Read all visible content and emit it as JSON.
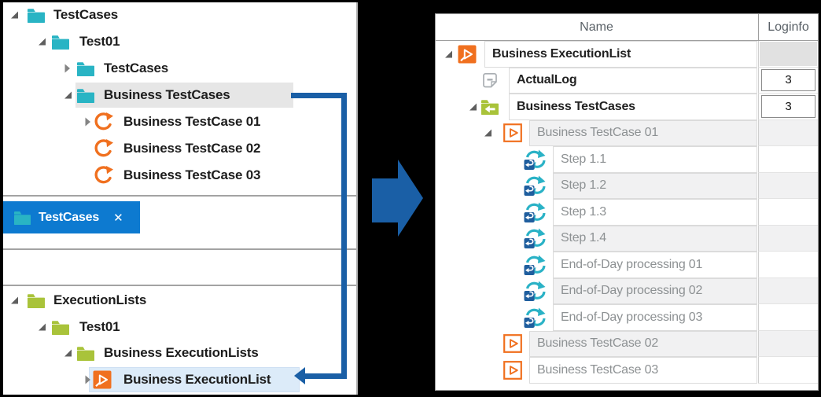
{
  "colors": {
    "teal_folder": "#29b4c4",
    "green_folder": "#a9c33a",
    "orange": "#f0701f",
    "step_teal": "#2ab2c6",
    "step_blue": "#1f5e9e",
    "flow_blue": "#1a5fa6",
    "tab_blue": "#0d7ad0",
    "selection_gray": "#e6e6e6",
    "selection_blue": "#dcebf9"
  },
  "left_panel": {
    "testcases_tree": {
      "rows": [
        {
          "label": "TestCases",
          "level": 0,
          "expand": "expanded",
          "icon": "folder-teal"
        },
        {
          "label": "Test01",
          "level": 1,
          "expand": "expanded",
          "icon": "folder-teal"
        },
        {
          "label": "TestCases",
          "level": 2,
          "expand": "collapsed",
          "icon": "folder-teal"
        },
        {
          "label": "Business TestCases",
          "level": 2,
          "expand": "expanded",
          "icon": "folder-teal",
          "highlight": "gray"
        },
        {
          "label": "Business TestCase 01",
          "level": 3,
          "expand": "collapsed",
          "icon": "redo-circle"
        },
        {
          "label": "Business TestCase 02",
          "level": 3,
          "icon": "redo-circle"
        },
        {
          "label": "Business TestCase 03",
          "level": 3,
          "icon": "redo-circle"
        }
      ]
    },
    "tab": {
      "label": "TestCases",
      "close": "✕"
    },
    "executionlists_tree": {
      "rows": [
        {
          "label": "ExecutionLists",
          "level": 0,
          "expand": "expanded",
          "icon": "folder-green"
        },
        {
          "label": "Test01",
          "level": 1,
          "expand": "expanded",
          "icon": "folder-green"
        },
        {
          "label": "Business ExecutionLists",
          "level": 2,
          "expand": "expanded",
          "icon": "folder-green"
        },
        {
          "label": "Business ExecutionList",
          "level": 3,
          "expand": "collapsed",
          "icon": "execution-list",
          "highlight": "blue"
        }
      ]
    }
  },
  "right_panel": {
    "columns": {
      "name": "Name",
      "loginfo": "Loginfo"
    },
    "rows": [
      {
        "name": "Business ExecutionList",
        "level": 0,
        "expand": "expanded",
        "icon": "execution-list",
        "text": "dark",
        "bg": "white",
        "loginfo": "disabled"
      },
      {
        "name": "ActualLog",
        "level": 1,
        "icon": "log-note",
        "text": "dark",
        "bg": "white",
        "loginfo": "3"
      },
      {
        "name": "Business TestCases",
        "level": 1,
        "expand": "expanded",
        "icon": "folder-arrow",
        "text": "dark",
        "bg": "white",
        "loginfo": "3"
      },
      {
        "name": "Business TestCase 01",
        "level": 2,
        "expand": "expanded",
        "icon": "play-outline",
        "text": "gray",
        "bg": "gray"
      },
      {
        "name": "Step 1.1",
        "level": 3,
        "icon": "rerun",
        "text": "gray",
        "bg": "white"
      },
      {
        "name": "Step 1.2",
        "level": 3,
        "icon": "rerun",
        "text": "gray",
        "bg": "gray"
      },
      {
        "name": "Step 1.3",
        "level": 3,
        "icon": "rerun",
        "text": "gray",
        "bg": "white"
      },
      {
        "name": "Step 1.4",
        "level": 3,
        "icon": "rerun",
        "text": "gray",
        "bg": "gray"
      },
      {
        "name": "End-of-Day processing 01",
        "level": 3,
        "icon": "rerun",
        "text": "gray",
        "bg": "white"
      },
      {
        "name": "End-of-Day processing 02",
        "level": 3,
        "icon": "rerun",
        "text": "gray",
        "bg": "gray"
      },
      {
        "name": "End-of-Day processing 03",
        "level": 3,
        "icon": "rerun",
        "text": "gray",
        "bg": "white"
      },
      {
        "name": "Business TestCase 02",
        "level": 2,
        "icon": "play-outline",
        "text": "gray",
        "bg": "gray"
      },
      {
        "name": "Business TestCase 03",
        "level": 2,
        "icon": "play-outline",
        "text": "gray",
        "bg": "white"
      }
    ]
  }
}
